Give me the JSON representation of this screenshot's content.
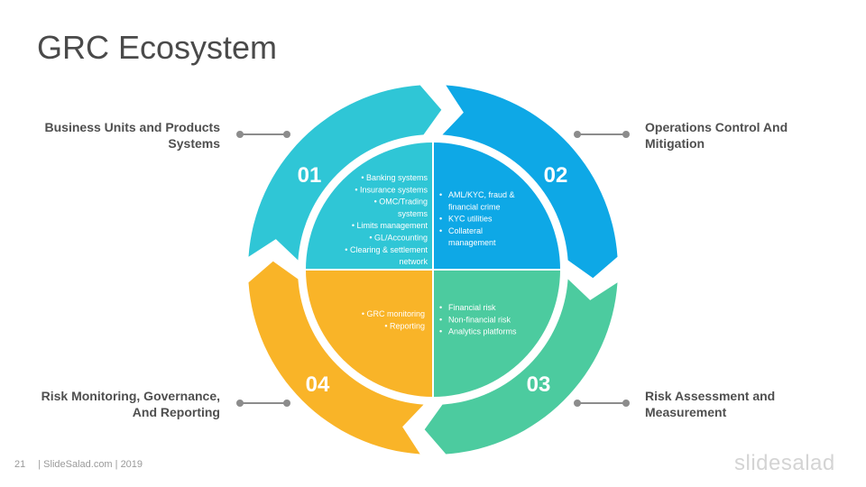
{
  "title": "GRC Ecosystem",
  "quadrants": [
    {
      "number": "01",
      "label": "Business Units and Products Systems",
      "color": "#2fc6d6",
      "items": [
        "Banking systems",
        "Insurance systems",
        "OMC/Trading systems",
        "Limits management",
        "GL/Accounting",
        "Clearing & settlement network"
      ]
    },
    {
      "number": "02",
      "label": "Operations Control And Mitigation",
      "color": "#0ea8e6",
      "items": [
        "AML/KYC, fraud & financial crime",
        "KYC utilities",
        "Collateral management"
      ]
    },
    {
      "number": "03",
      "label": "Risk Assessment and Measurement",
      "color": "#4ccb9f",
      "items": [
        "Financial risk",
        "Non-financial risk",
        "Analytics platforms"
      ]
    },
    {
      "number": "04",
      "label": "Risk Monitoring, Governance, And Reporting",
      "color": "#f9b428",
      "items": [
        "GRC monitoring",
        "Reporting"
      ]
    }
  ],
  "footer": {
    "page_number": "21",
    "source": "| SlideSalad.com | 2019"
  },
  "logo": "slidesalad"
}
